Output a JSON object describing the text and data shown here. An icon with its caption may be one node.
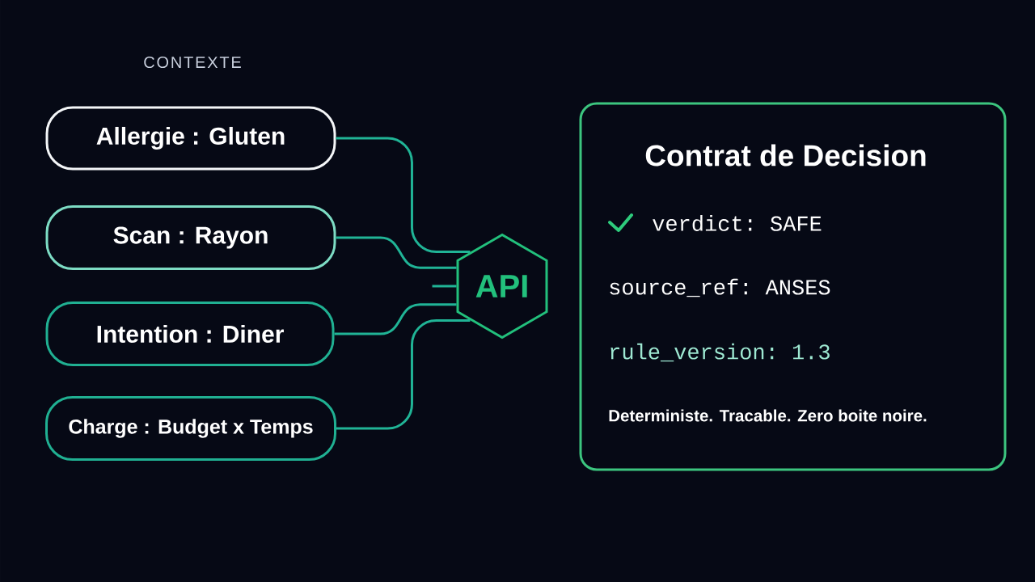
{
  "diagram": {
    "nodes": [
      {
        "text": [
          "Allergie : Gluten"
        ]
      },
      {
        "text": [
          "Scan : Rayon"
        ]
      },
      {
        "text": [
          "Intention : Diner"
        ]
      },
      {
        "text": [
          "Charge : Budget x Temps"
        ]
      },
      {
        "text": [
          "API"
        ]
      },
      {
        "text": [
          "Contrat de Decision",
          "verdict: SAFE",
          "source_ref: ANSES",
          "rule_version: 1.3",
          "Deterministe. Tracable. Zero boite noire."
        ]
      }
    ],
    "edges": [
      {
        "from": 0,
        "to": 4,
        "arrow": "none"
      },
      {
        "from": 1,
        "to": 4,
        "arrow": "none"
      },
      {
        "from": 2,
        "to": 4,
        "arrow": "none"
      },
      {
        "from": 3,
        "to": 4,
        "arrow": "none"
      },
      {
        "from": null,
        "to": 4,
        "arrow": "none"
      }
    ],
    "labels": [
      "CONTEXTE"
    ]
  }
}
